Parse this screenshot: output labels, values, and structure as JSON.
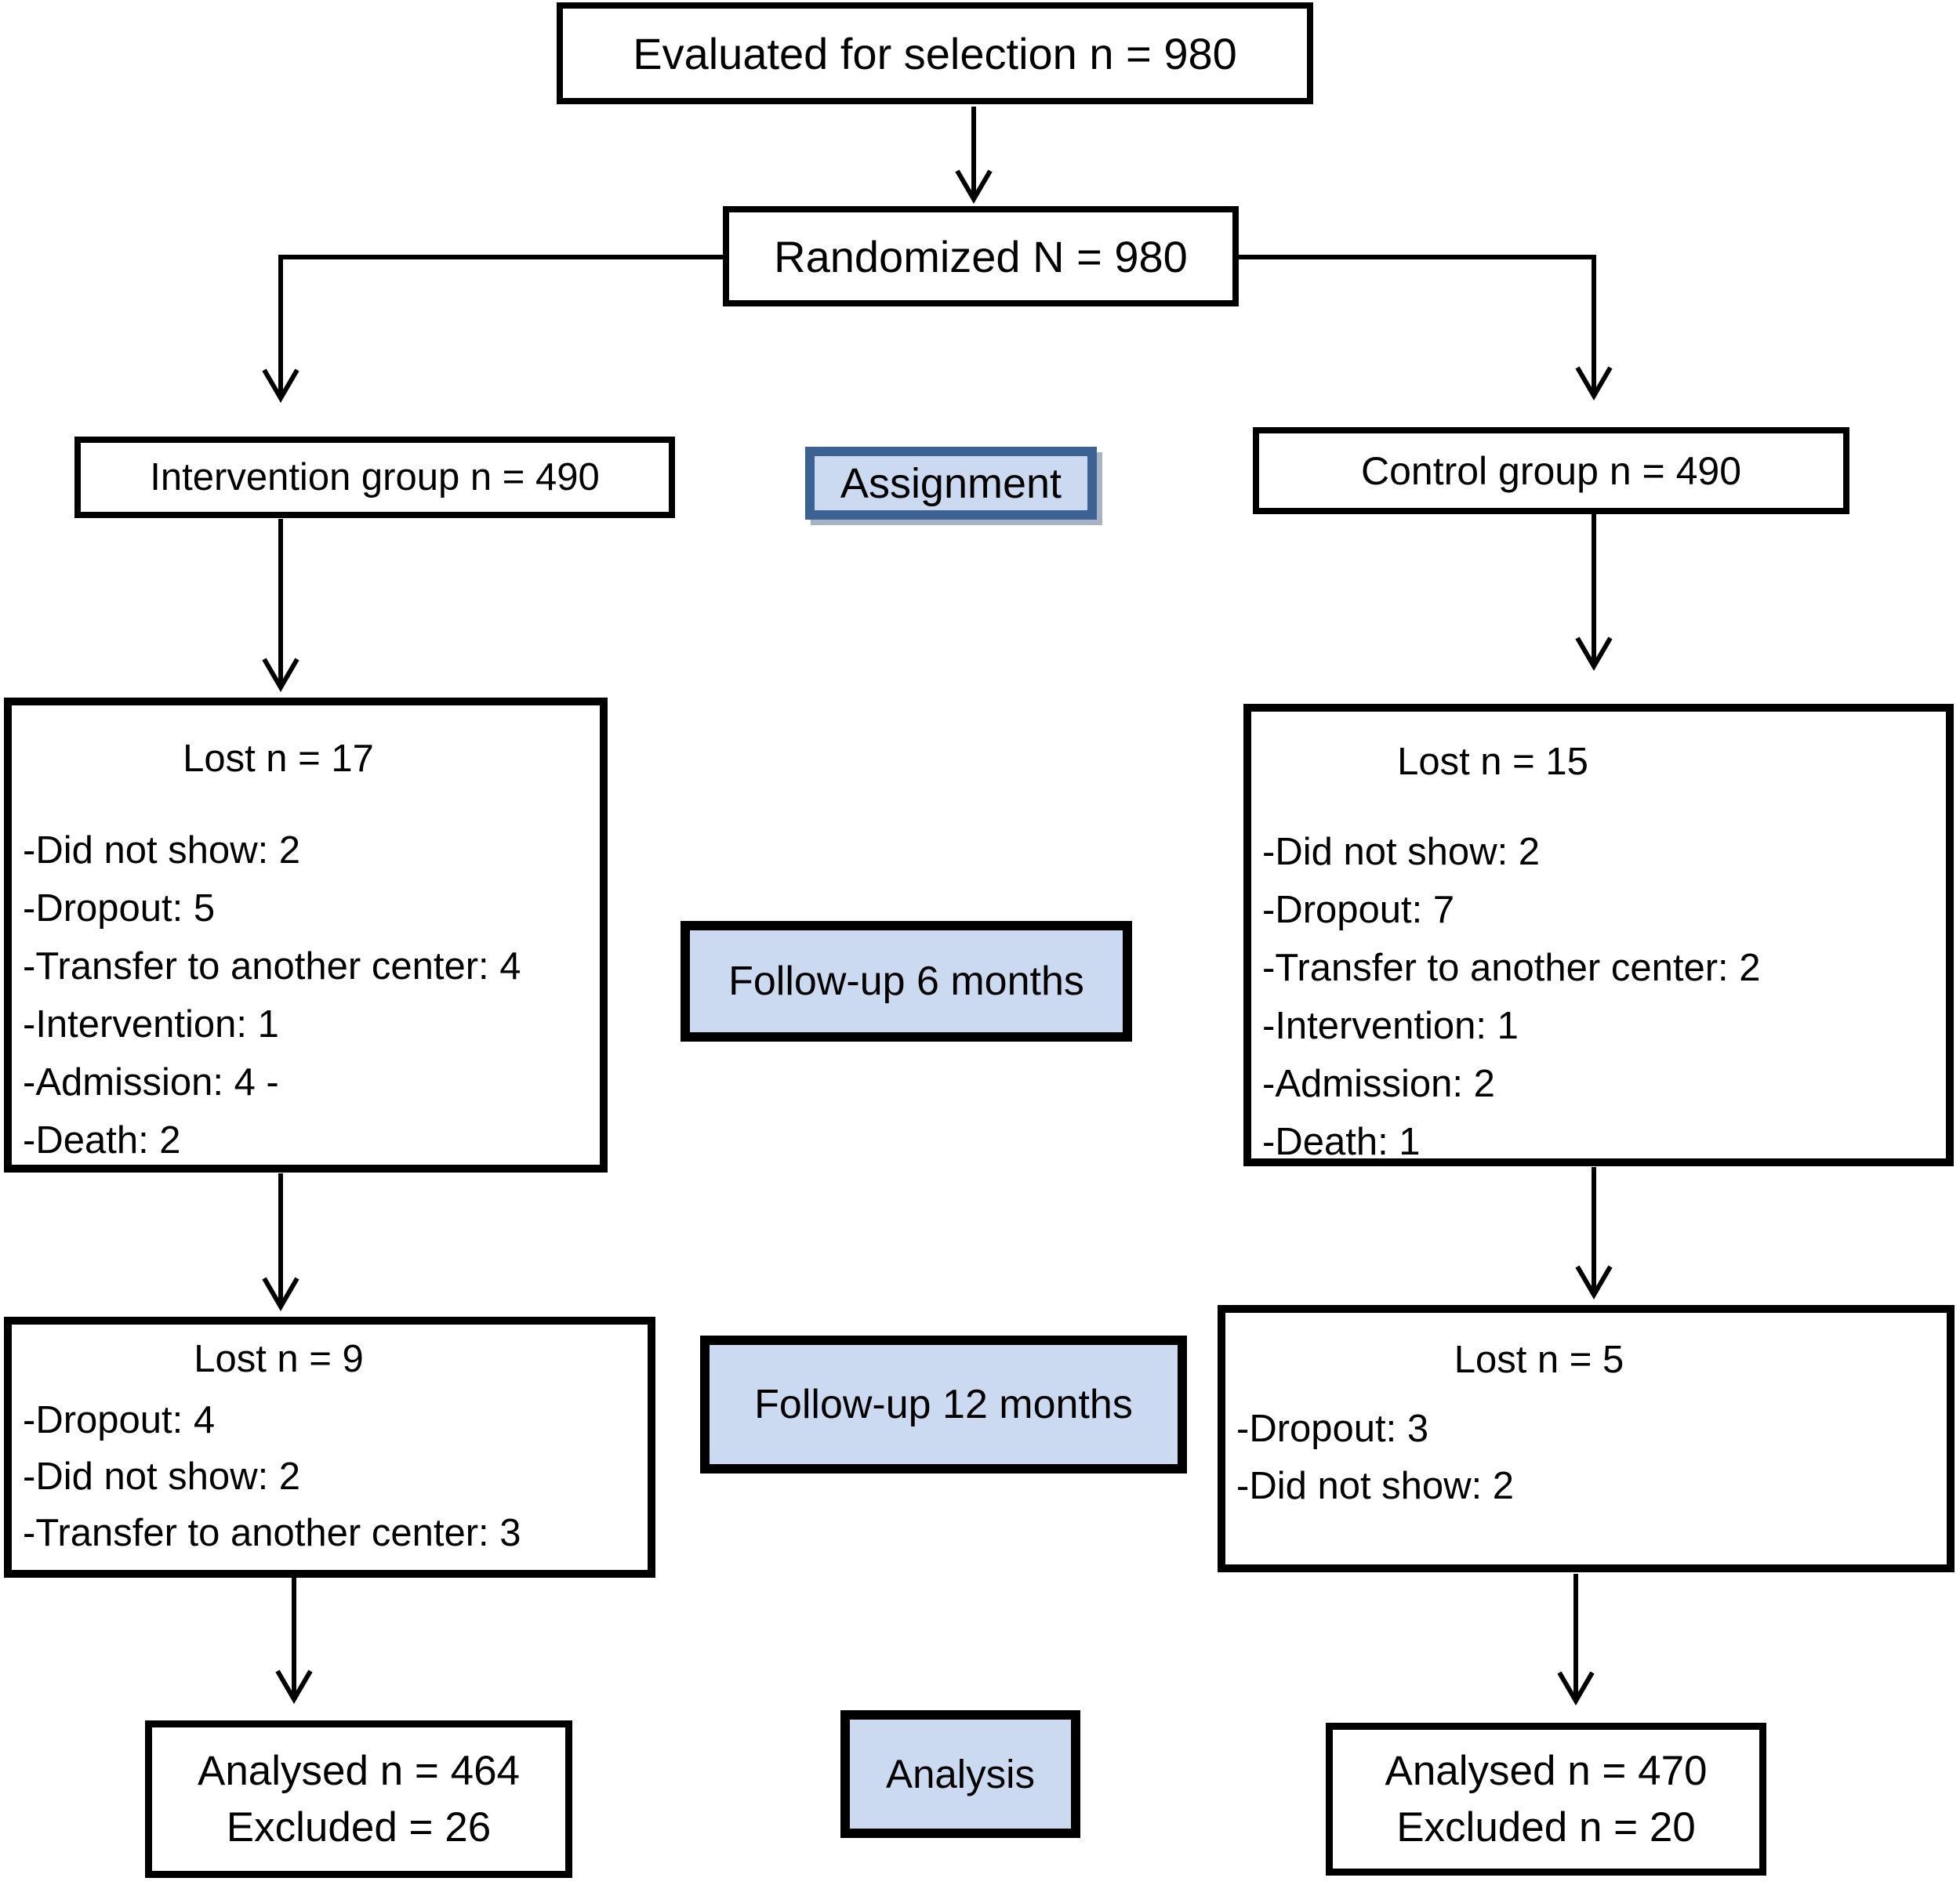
{
  "colors": {
    "accent_fill": "#cbdaf0",
    "accent_border": "#3c6293",
    "box_border": "#000000",
    "background": "#ffffff"
  },
  "flow": {
    "evaluated": "Evaluated for selection n = 980",
    "randomized": "Randomized N = 980",
    "intervention_group": "Intervention group n = 490",
    "assignment": "Assignment",
    "control_group": "Control group n = 490",
    "lost_intervention_6m": {
      "title": "Lost n = 17",
      "items": [
        "-Did not show: 2",
        "-Dropout: 5",
        "-Transfer to another center: 4",
        "-Intervention: 1",
        "-Admission: 4 -",
        "-Death: 2"
      ]
    },
    "followup_6m": "Follow-up 6 months",
    "lost_control_6m": {
      "title": "Lost n = 15",
      "items": [
        "-Did not show: 2",
        "-Dropout: 7",
        "-Transfer to another center: 2",
        "-Intervention: 1",
        "-Admission: 2",
        "-Death: 1"
      ]
    },
    "lost_intervention_12m": {
      "title": "Lost n = 9",
      "items": [
        "-Dropout: 4",
        "-Did not show: 2",
        "-Transfer to another center: 3"
      ]
    },
    "followup_12m": "Follow-up 12 months",
    "lost_control_12m": {
      "title": "Lost n = 5",
      "items": [
        "-Dropout: 3",
        "-Did not show: 2"
      ]
    },
    "analysed_intervention": {
      "line1": "Analysed n = 464",
      "line2": "Excluded = 26"
    },
    "analysis": "Analysis",
    "analysed_control": {
      "line1": "Analysed n = 470",
      "line2": "Excluded n = 20"
    }
  }
}
